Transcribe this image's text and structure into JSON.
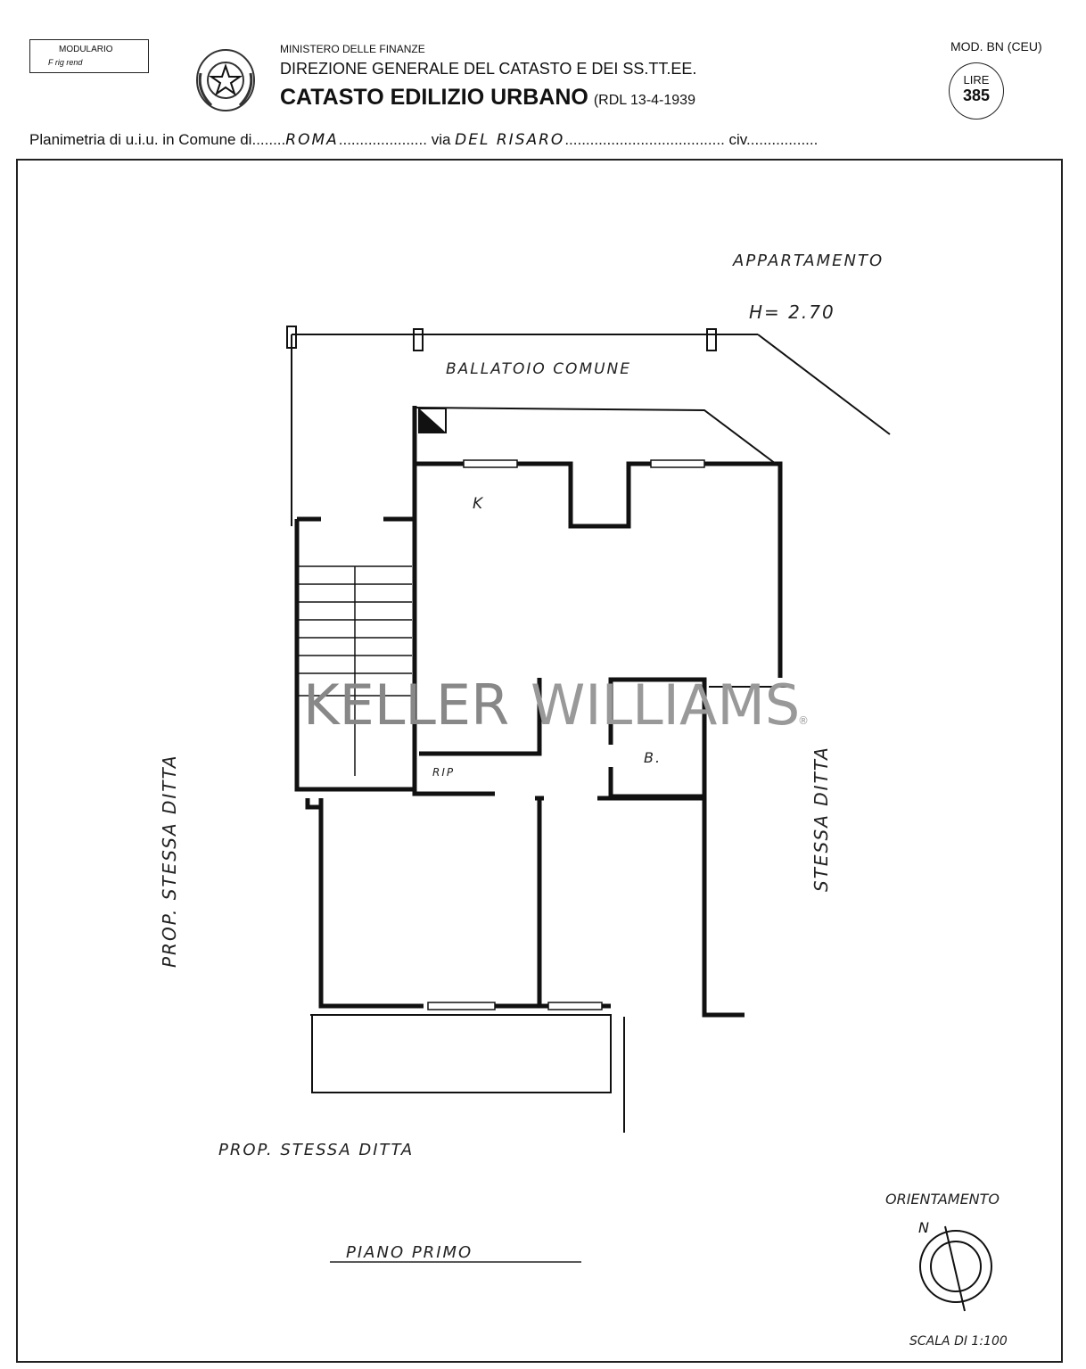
{
  "header": {
    "modulario_line1": "MODULARIO",
    "modulario_line2": "F rig rend",
    "ministry": "MINISTERO DELLE FINANZE",
    "direction": "DIREZIONE GENERALE DEL CATASTO E DEI SS.TT.EE.",
    "title": "CATASTO EDILIZIO URBANO",
    "law_ref": "(RDL 13-4-1939",
    "model": "MOD. BN (CEU)",
    "stamp_label": "LIRE",
    "stamp_value": "385"
  },
  "form_line": {
    "prefix": "Planimetria di u.i.u. in Comune di",
    "comune": "ROMA",
    "via_label": "via",
    "via_value": "DEL     RISARO",
    "civ_label": "civ"
  },
  "plan": {
    "unit_type": "APPARTAMENTO",
    "height": "H= 2.70",
    "balcony": "BALLATOIO   COMUNE",
    "kitchen": "K",
    "storage": "RIP",
    "bath": "B.",
    "left_neighbor": "PROP.  STESSA  DITTA",
    "right_neighbor": "STESSA  DITTA",
    "bottom_neighbor": "PROP.   STESSA   DITTA",
    "floor": "PIANO   PRIMO",
    "orientation_label": "ORIENTAMENTO",
    "north": "N",
    "scale": "SCALA DI 1:100",
    "watermark_a": "KELLER",
    "watermark_b": "WILLIAMS",
    "watermark_mark": "®"
  }
}
